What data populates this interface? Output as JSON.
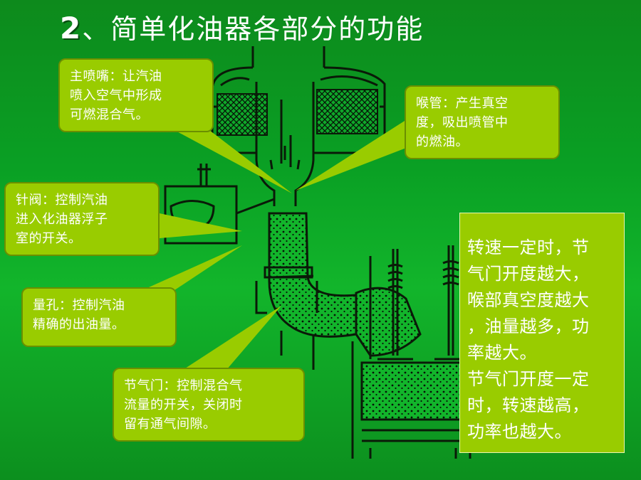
{
  "title": {
    "number": "2",
    "text": "、简单化油器各部分的功能"
  },
  "callouts": {
    "main_nozzle": [
      "主喷嘴：让汽油",
      "喷入空气中形成",
      "可燃混合气。"
    ],
    "throat": [
      "喉管：产生真空",
      "度，吸出喷管中",
      "的燃油。"
    ],
    "needle_valve": [
      "针阀：控制汽油",
      "进入化油器浮子",
      "室的开关。"
    ],
    "metering_hole": [
      "量孔：控制汽油",
      "精确的出油量。"
    ],
    "throttle": [
      "节气门：控制混合气",
      "流量的开关，关闭时",
      "留有通气间隙。"
    ]
  },
  "note": {
    "lines": [
      "转速一定时，节",
      "气门开度越大，",
      "喉部真空度越大",
      "，油量越多，功",
      "率越大。",
      "节气门开度一定",
      "时，转速越高，",
      "功率也越大。"
    ]
  },
  "colors": {
    "background": "#0aa024",
    "callout": "#99cc00",
    "line_art": "#0a1a08",
    "title": "#ffffff"
  }
}
